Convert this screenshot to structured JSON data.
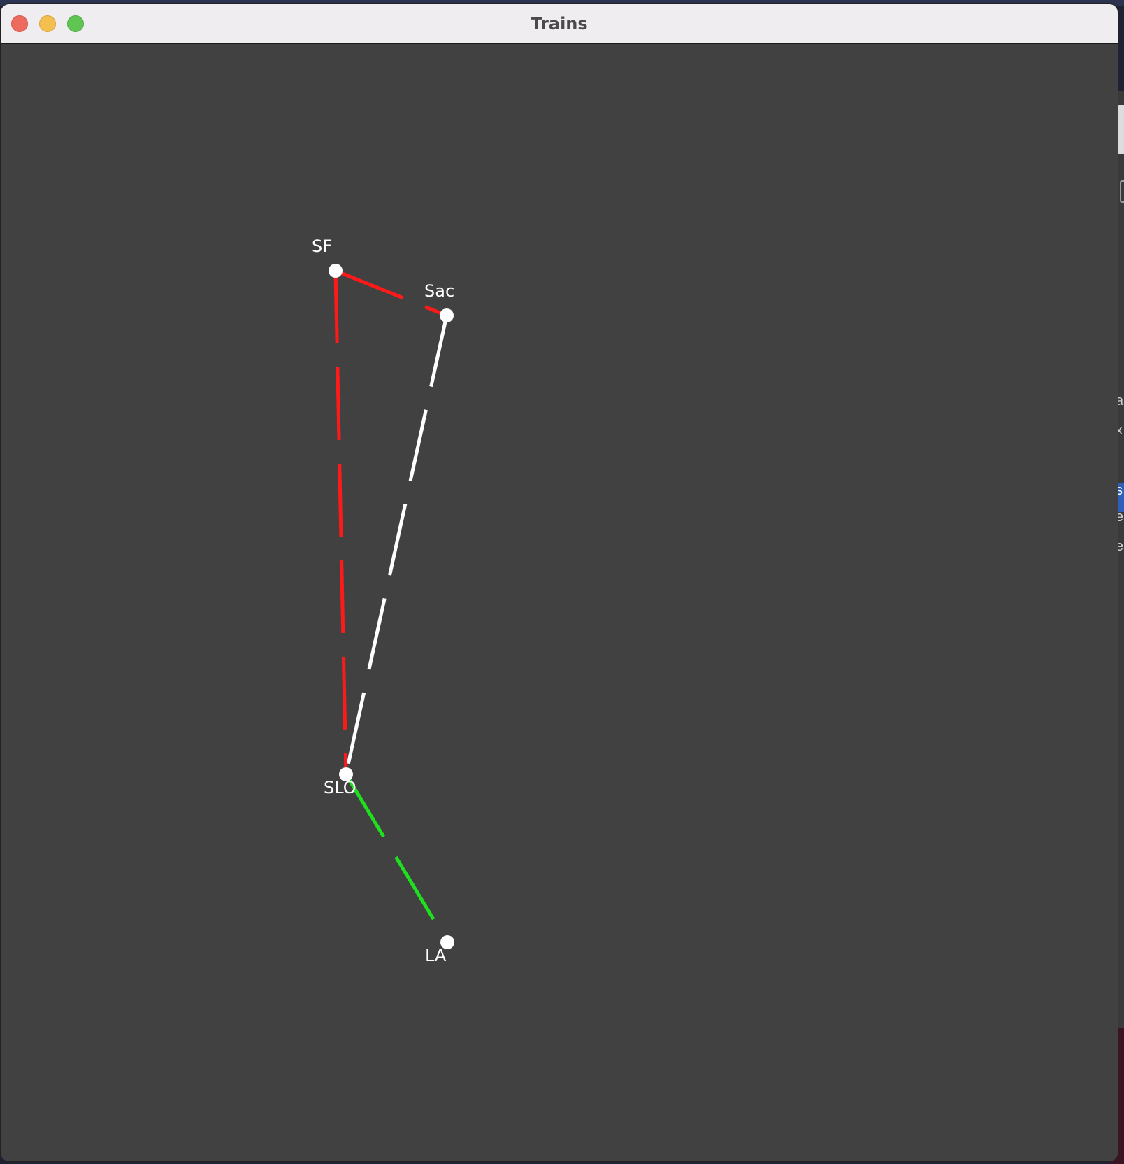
{
  "window": {
    "title": "Trains"
  },
  "colors": {
    "canvas_bg": "#414141",
    "station": "#ffffff",
    "label": "#ffffff"
  },
  "stations": [
    {
      "id": "SF",
      "label": "SF"
    },
    {
      "id": "Sac",
      "label": "Sac"
    },
    {
      "id": "SLO",
      "label": "SLO"
    },
    {
      "id": "LA",
      "label": "LA"
    }
  ],
  "routes": [
    {
      "from": "SF",
      "to": "Sac",
      "color": "#ff1a1a"
    },
    {
      "from": "SF",
      "to": "SLO",
      "color": "#ff1a1a"
    },
    {
      "from": "Sac",
      "to": "SLO",
      "color": "#ffffff"
    },
    {
      "from": "SLO",
      "to": "LA",
      "color": "#1fe01f"
    }
  ],
  "background_window": {
    "fragments": [
      "a",
      "x",
      "s",
      "es",
      "es"
    ]
  }
}
